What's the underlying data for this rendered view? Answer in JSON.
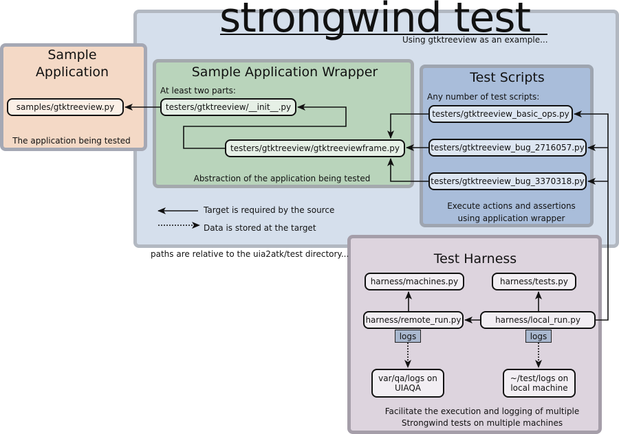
{
  "title": "strongwind test",
  "subtitle": "Using gtktreeview as an example...",
  "footnote": "paths are relative to the uia2atk/test directory...",
  "colors": {
    "main_fill": "#d5dfec",
    "main_border": "#b2b8c1",
    "app_fill": "#f4d9c6",
    "app_border": "#a5a8b4",
    "wrapper_fill": "#b9d4bb",
    "wrapper_border": "#a4a9ad",
    "scripts_fill": "#a9bdda",
    "scripts_border": "#9ea5b0",
    "harness_fill": "#ddd4de",
    "harness_border": "#a59ea9",
    "badge_fill": "#a9b8cf"
  },
  "sample_app": {
    "title_line1": "Sample",
    "title_line2": "Application",
    "file": "samples/gtktreeview.py",
    "caption": "The application being tested"
  },
  "wrapper": {
    "title": "Sample Application Wrapper",
    "note": "At least two parts:",
    "init_file": "testers/gtktreeview/__init__.py",
    "frame_file": "testers/gtktreeview/gtktreeviewframe.py",
    "caption": "Abstraction of the application being tested"
  },
  "scripts": {
    "title": "Test Scripts",
    "note": "Any number of test scripts:",
    "files": [
      "testers/gtktreeview_basic_ops.py",
      "testers/gtktreeview_bug_2716057.py",
      "testers/gtktreeview_bug_3370318.py"
    ],
    "caption_line1": "Execute actions and assertions",
    "caption_line2": "using application wrapper"
  },
  "legend": {
    "required": "Target is required by the source",
    "stored": "Data is stored at the target"
  },
  "harness": {
    "title": "Test Harness",
    "machines": "harness/machines.py",
    "tests": "harness/tests.py",
    "remote_run": "harness/remote_run.py",
    "local_run": "harness/local_run.py",
    "logs_label": "logs",
    "remote_logs_line1": "var/qa/logs on",
    "remote_logs_line2": "UIAQA",
    "local_logs_line1": "~/test/logs on",
    "local_logs_line2": "local machine",
    "caption_line1": "Facilitate the execution and logging of multiple",
    "caption_line2": "Strongwind tests on multiple machines"
  }
}
